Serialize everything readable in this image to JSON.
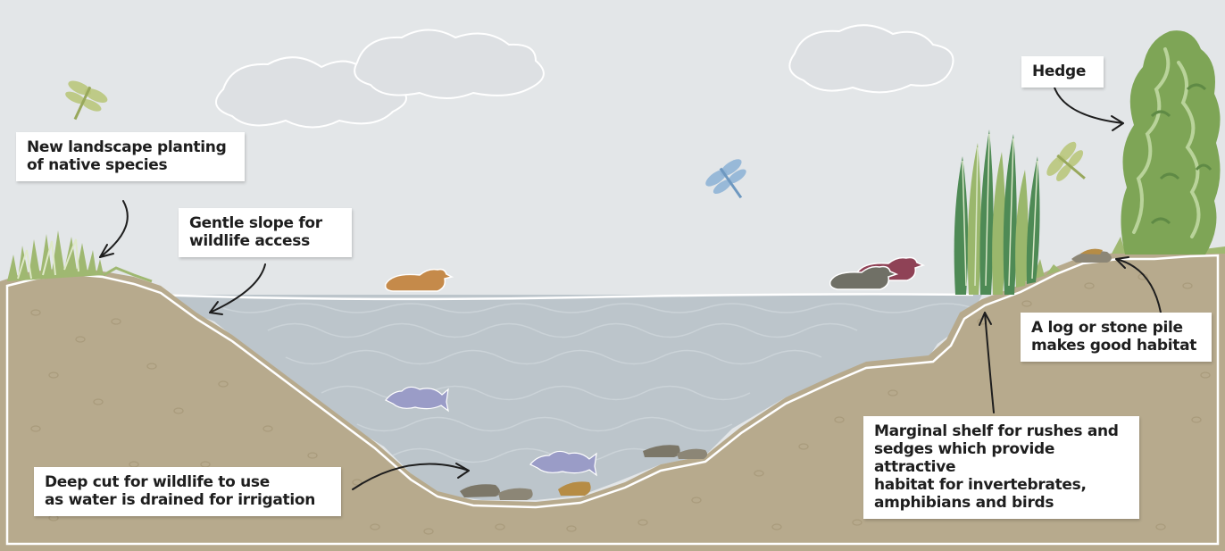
{
  "labels": {
    "new_planting": "New landscape planting\nof native species",
    "gentle_slope": "Gentle slope for\nwildlife access",
    "hedge": "Hedge",
    "log_pile": "A log or stone pile\nmakes good habitat",
    "marginal_shelf": "Marginal shelf for rushes and\nsedges which provide attractive\nhabitat for invertebrates,\namphibians and birds",
    "deep_cut": "Deep cut for wildlife to use\nas water is drained for irrigation"
  },
  "colors": {
    "sky": "#e3e6e8",
    "water": "#bcc5cb",
    "soil": "#b7aa8d",
    "soil_dark": "#a89b7e",
    "grass": "#9fb871",
    "reed_dark": "#4e8a55",
    "hedge_green": "#7ea556",
    "duck_orange": "#c58a4a",
    "duck_grey": "#707066",
    "duck_red": "#8f4256",
    "fish": "#9a9cc7",
    "arrow": "#1e1e1e"
  },
  "icons": [
    "cloud-icon",
    "dragonfly-icon",
    "duck-icon",
    "fish-icon",
    "reed-icon",
    "hedge-icon",
    "stone-icon",
    "arrow-icon"
  ]
}
